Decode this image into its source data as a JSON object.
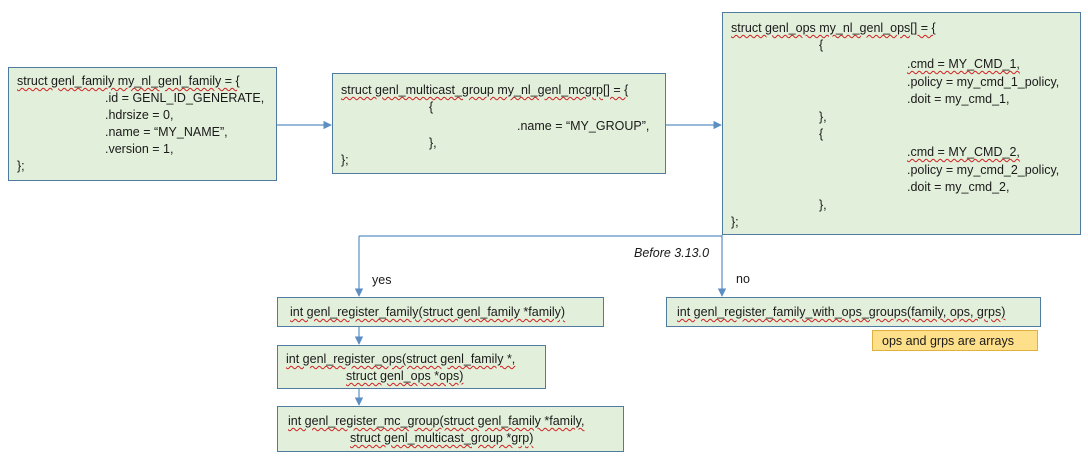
{
  "family_box": {
    "decl": "struct genl_family my_nl_genl_family = {",
    "fields": [
      ".id = GENL_ID_GENERATE,",
      ".hdrsize = 0,",
      ".name = “MY_NAME”,",
      ".version = 1,"
    ],
    "close": "};"
  },
  "mcgrp_box": {
    "decl": "struct genl_multicast_group my_nl_genl_mcgrp[] = {",
    "open": "{",
    "field": ".name = “MY_GROUP”,",
    "close_inner": "},",
    "close": "};"
  },
  "ops_box": {
    "decl": "struct genl_ops my_nl_genl_ops[] = {",
    "open1": "{",
    "entry1": [
      ".cmd = MY_CMD_1,",
      ".policy = my_cmd_1_policy,",
      ".doit = my_cmd_1,"
    ],
    "close1": "},",
    "open2": "{",
    "entry2": [
      ".cmd = MY_CMD_2,",
      ".policy = my_cmd_2_policy,",
      ".doit = my_cmd_2,"
    ],
    "close2": "},",
    "close": "};"
  },
  "branch": {
    "condition": "Before 3.13.0",
    "yes": "yes",
    "no": "no"
  },
  "register_family": "int genl_register_family(struct genl_family *family)",
  "register_ops": {
    "line1": "int genl_register_ops(struct genl_family *,",
    "line2": "struct genl_ops *ops)"
  },
  "register_mc_group": {
    "line1": "int genl_register_mc_group(struct genl_family *family,",
    "line2": "struct genl_multicast_group *grp)"
  },
  "register_with_ops_groups": "int genl_register_family_with_ops_groups(family, ops, grps)",
  "note": "ops and grps are arrays",
  "colors": {
    "box_fill": "#e2efda",
    "box_border": "#4f7ba0",
    "note_fill": "#ffe08a",
    "connector": "#5b8fc4"
  }
}
